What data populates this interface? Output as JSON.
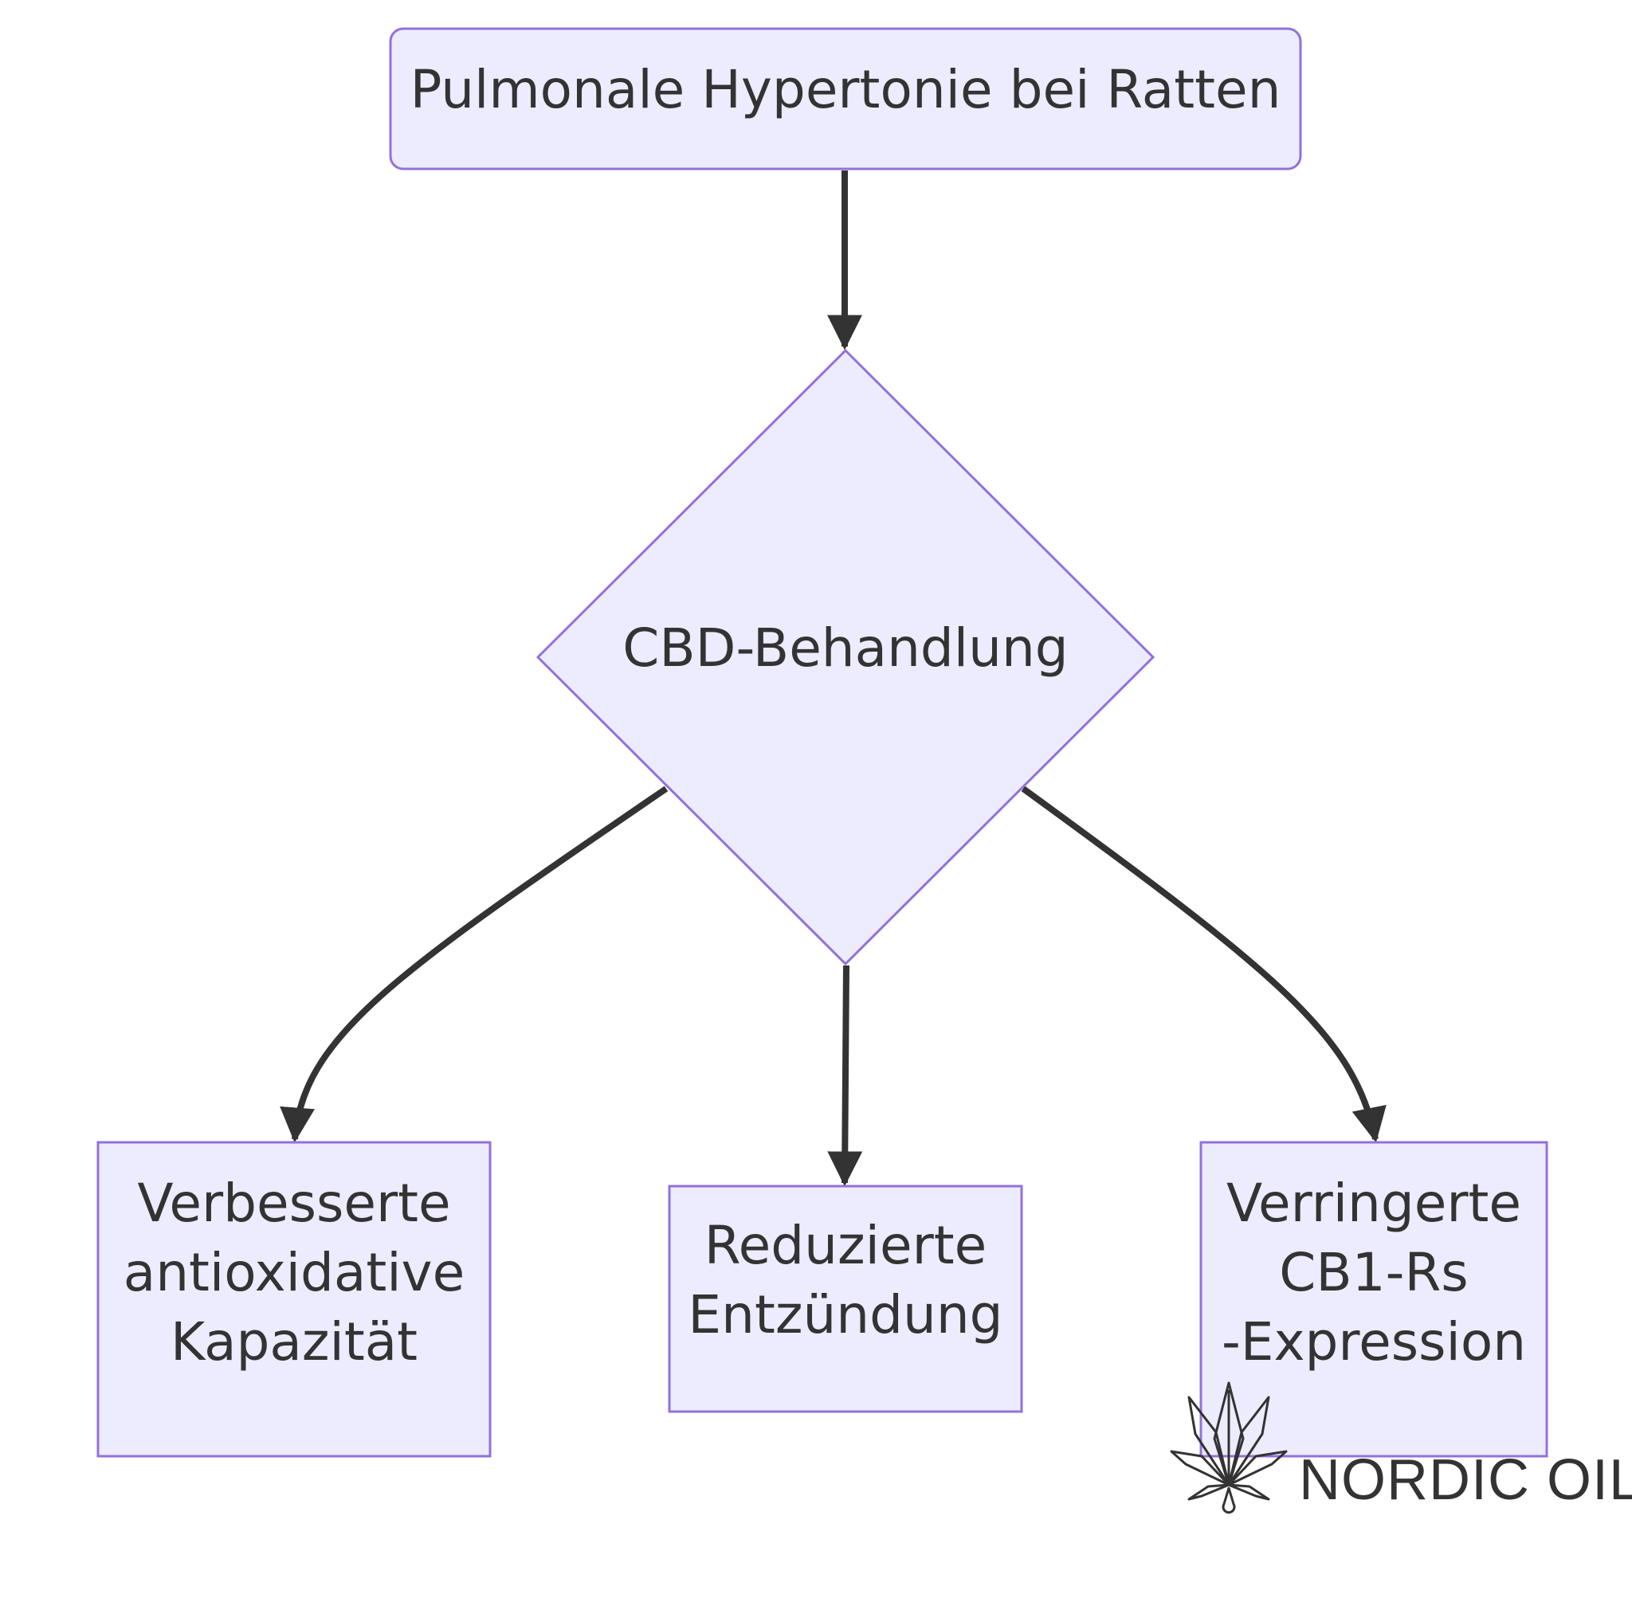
{
  "diagram": {
    "nodes": {
      "root": {
        "label": "Pulmonale Hypertonie bei Ratten"
      },
      "decision": {
        "label": "CBD-Behandlung"
      },
      "antioxidant": {
        "lines": [
          "Verbesserte",
          "antioxidative",
          "Kapazität"
        ]
      },
      "inflammation": {
        "lines": [
          "Reduzierte",
          "Entzündung"
        ]
      },
      "cb1": {
        "lines": [
          "Verringerte",
          "CB1-Rs",
          "-Expression"
        ]
      }
    },
    "colors": {
      "node_fill": "#ececfe",
      "node_stroke": "#9370db",
      "edge": "#333333",
      "text": "#333333"
    }
  },
  "brand": {
    "logo_icon": "cannabis-leaf-icon",
    "name": "NORDIC OIL"
  }
}
